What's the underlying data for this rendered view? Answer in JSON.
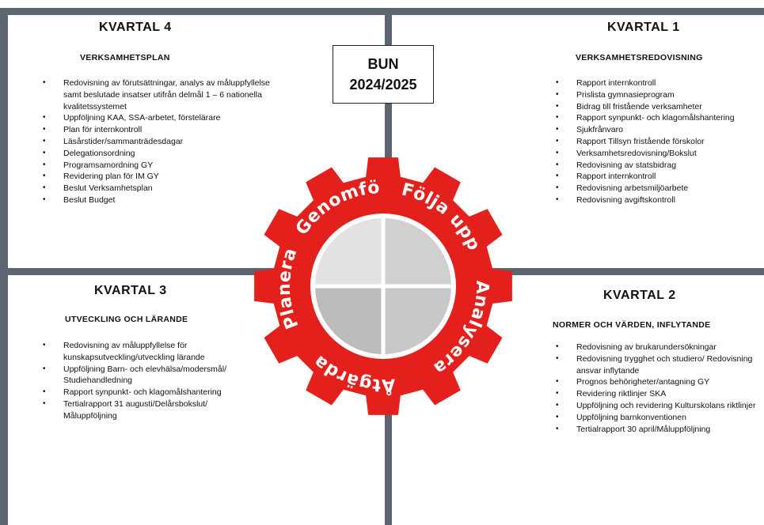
{
  "center": {
    "line1": "BUN",
    "line2": "2024/2025"
  },
  "q4": {
    "title": "KVARTAL 4",
    "subtitle": "VERKSAMHETSPLAN",
    "items": [
      "Redovisning av förutsättningar, analys av måluppfyllelse samt beslutade insatser utifrån delmål 1 – 6 nationella kvalitetssystemet",
      "Uppföljning KAA, SSA-arbetet, förstelärare",
      "Plan för internkontroll",
      "Läsårstider/sammanträdesdagar",
      "Delegationsordning",
      "Programsamordning GY",
      "Revidering plan för IM GY",
      "Beslut Verksamhetsplan",
      "Beslut Budget"
    ]
  },
  "q1": {
    "title": "KVARTAL 1",
    "subtitle": "VERKSAMHETSREDOVISNING",
    "items": [
      "Rapport internkontroll",
      "Prislista gymnasieprogram",
      "Bidrag till fristående verksamheter",
      "Rapport synpunkt- och klagomålshantering",
      "Sjukfrånvaro",
      "Rapport Tillsyn fristående förskolor",
      "Verksamhetsredovisning/Bokslut",
      "Redovisning av statsbidrag",
      "Rapport internkontroll",
      "Redovisning arbetsmiljöarbete",
      "Redovisning avgiftskontroll"
    ]
  },
  "q3": {
    "title": "KVARTAL 3",
    "subtitle": "UTVECKLING OCH LÄRANDE",
    "items": [
      "Redovisning av måluppfyllelse för kunskapsutveckling/utveckling lärande",
      "Uppföljning Barn- och elevhälsa/modersmål/ Studiehandledning",
      "Rapport synpunkt- och klagomålshantering",
      "Tertialrapport 31 augusti/Delårsbokslut/ Måluppföljning"
    ]
  },
  "q2": {
    "title": "KVARTAL 2",
    "subtitle": "NORMER OCH VÄRDEN, INFLYTANDE",
    "items": [
      "Redovisning av brukarundersökningar",
      "Redovisning trygghet och studiero/ Redovisning ansvar inflytande",
      "Prognos behörigheter/antagning GY",
      "Revidering riktlinjer SKA",
      "Uppföljning och revidering Kulturskolans riktlinjer",
      "Uppföljning barnkonventionen",
      "Tertialrapport 30 april/Måluppföljning"
    ]
  },
  "gear": {
    "color": "#e3201b",
    "words": [
      "Genomföra",
      "Följa upp",
      "Analysera",
      "Åtgärda",
      "Planera"
    ]
  }
}
